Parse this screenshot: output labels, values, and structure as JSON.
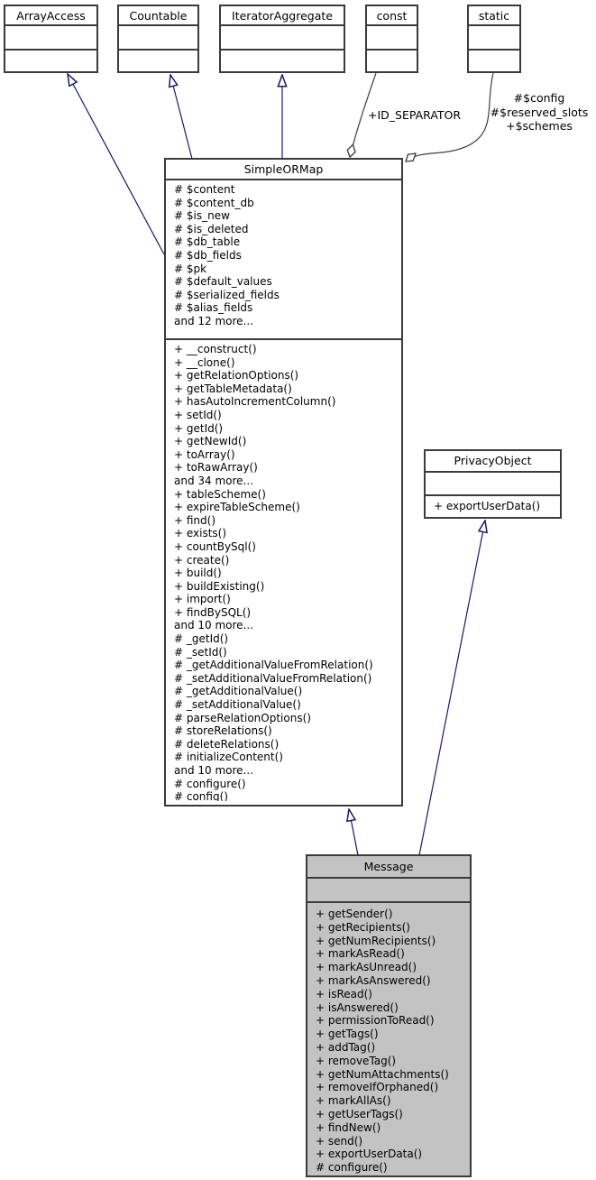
{
  "nodes": {
    "array_access": {
      "title": "ArrayAccess"
    },
    "countable": {
      "title": "Countable"
    },
    "iterator_aggregate": {
      "title": "IteratorAggregate"
    },
    "const": {
      "title": "const"
    },
    "static": {
      "title": "static"
    },
    "simple_or_map": {
      "title": "SimpleORMap",
      "attributes": [
        "# $content",
        "# $content_db",
        "# $is_new",
        "# $is_deleted",
        "# $db_table",
        "# $db_fields",
        "# $pk",
        "# $default_values",
        "# $serialized_fields",
        "# $alias_fields",
        "and 12 more..."
      ],
      "methods": [
        "+ __construct()",
        "+ __clone()",
        "+ getRelationOptions()",
        "+ getTableMetadata()",
        "+ hasAutoIncrementColumn()",
        "+ setId()",
        "+ getId()",
        "+ getNewId()",
        "+ toArray()",
        "+ toRawArray()",
        "and 34 more...",
        "+ tableScheme()",
        "+ expireTableScheme()",
        "+ find()",
        "+ exists()",
        "+ countBySql()",
        "+ create()",
        "+ build()",
        "+ buildExisting()",
        "+ import()",
        "+ findBySQL()",
        "and 10 more...",
        "# _getId()",
        "# _setId()",
        "# _getAdditionalValueFromRelation()",
        "# _setAdditionalValueFromRelation()",
        "# _getAdditionalValue()",
        "# _setAdditionalValue()",
        "# parseRelationOptions()",
        "# storeRelations()",
        "# deleteRelations()",
        "# initializeContent()",
        "and 10 more...",
        "# configure()",
        "# config()"
      ]
    },
    "privacy_object": {
      "title": "PrivacyObject",
      "methods": [
        "+ exportUserData()"
      ]
    },
    "message": {
      "title": "Message",
      "methods": [
        "+ getSender()",
        "+ getRecipients()",
        "+ getNumRecipients()",
        "+ markAsRead()",
        "+ markAsUnread()",
        "+ markAsAnswered()",
        "+ isRead()",
        "+ isAnswered()",
        "+ permissionToRead()",
        "+ getTags()",
        "+ addTag()",
        "+ removeTag()",
        "+ getNumAttachments()",
        "+ removeIfOrphaned()",
        "+ markAllAs()",
        "+ getUserTags()",
        "+ findNew()",
        "+ send()",
        "+ exportUserData()",
        "# configure()"
      ]
    }
  },
  "edge_labels": {
    "const_aggregation": "+ID_SEPARATOR",
    "static_aggregation": "#$config\n#$reserved_slots\n+$schemes"
  },
  "colors": {
    "inheritance_edge": "#191970",
    "aggregation_edge": "#404040",
    "node_fill": "#ffffff",
    "highlight_fill": "#c3c3c3"
  }
}
